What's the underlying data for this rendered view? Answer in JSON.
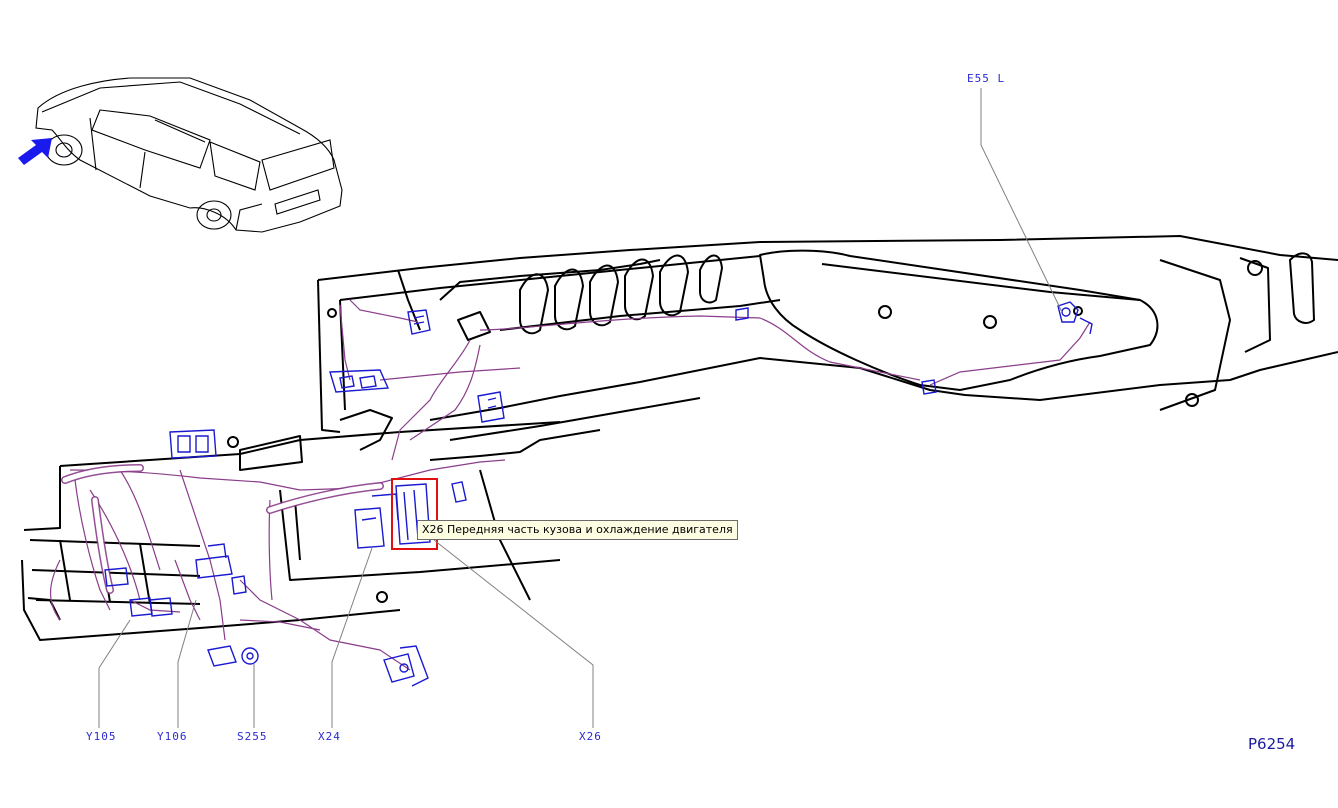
{
  "diagram_code": "P6254",
  "callouts": {
    "e55l": "E55 L",
    "y105": "Y105",
    "y106": "Y106",
    "s255": "S255",
    "x24": "X24",
    "x26": "X26"
  },
  "tooltip": {
    "text": "X26 Передняя часть кузова и охлаждение двигателя"
  },
  "colors": {
    "harness": "#8a3d8a",
    "connector": "#1a1ad0",
    "outline": "#000000",
    "leader": "#808080",
    "highlight": "#e01010",
    "arrow": "#1a1aee"
  }
}
